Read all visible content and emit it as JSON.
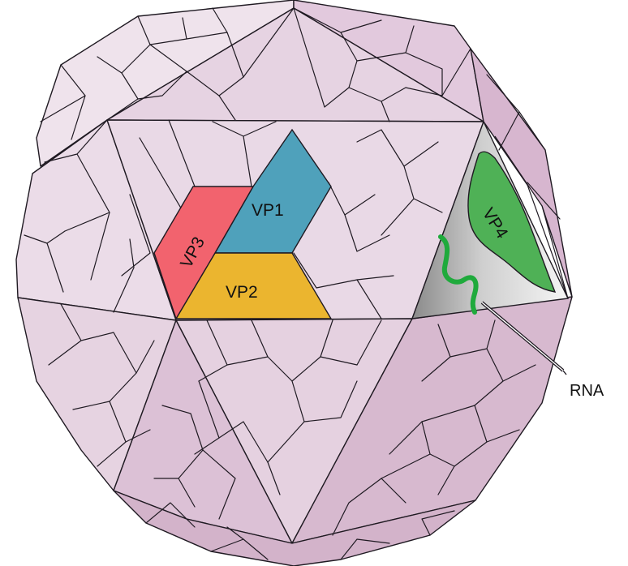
{
  "diagram": {
    "proteins": [
      {
        "id": "vp1",
        "label": "VP1",
        "color": "#4fa1bb"
      },
      {
        "id": "vp2",
        "label": "VP2",
        "color": "#ebb52f"
      },
      {
        "id": "vp3",
        "label": "VP3",
        "color": "#f2636e"
      },
      {
        "id": "vp4",
        "label": "VP4",
        "color": "#4fb156"
      }
    ],
    "rna": {
      "label": "RNA",
      "color": "#1faa3c"
    },
    "colors": {
      "capsid_light": "#ecdde7",
      "capsid_mid": "#e2cade",
      "capsid_shadow": "#d3b3ca",
      "outline": "#1f1a22"
    }
  }
}
